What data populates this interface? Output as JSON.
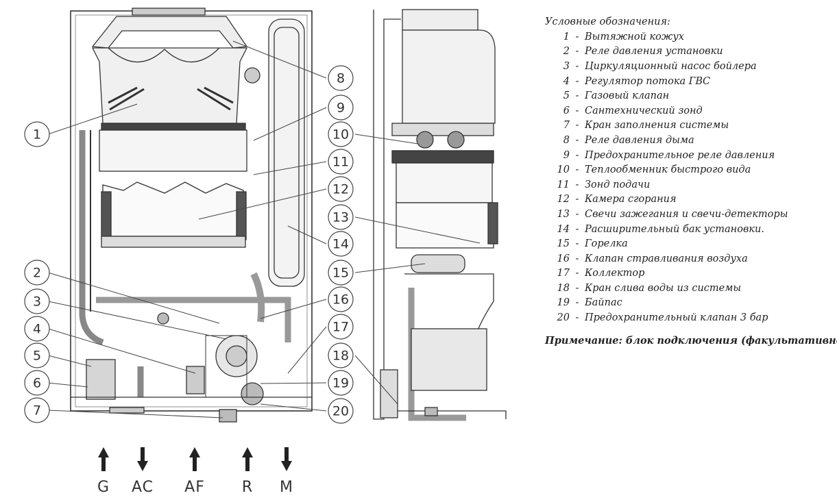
{
  "legend": {
    "title": "Условные обозначения:",
    "items": [
      {
        "num": "1",
        "label": "Вытяжной кожух"
      },
      {
        "num": "2",
        "label": "Реле давления установки"
      },
      {
        "num": "3",
        "label": "Циркуляционный насос бойлера"
      },
      {
        "num": "4",
        "label": "Регулятор потока ГВС"
      },
      {
        "num": "5",
        "label": "Газовый клапан"
      },
      {
        "num": "6",
        "label": "Сантехнический зонд"
      },
      {
        "num": "7",
        "label": "Кран заполнения системы"
      },
      {
        "num": "8",
        "label": "Реле давления дыма"
      },
      {
        "num": "9",
        "label": "Предохранительное реле давления"
      },
      {
        "num": "10",
        "label": "Теплообменник быстрого вида"
      },
      {
        "num": "11",
        "label": "Зонд подачи"
      },
      {
        "num": "12",
        "label": "Камера сгорания"
      },
      {
        "num": "13",
        "label": "Свечи зажегания и свечи-детекторы"
      },
      {
        "num": "14",
        "label": "Расширительный бак установки."
      },
      {
        "num": "15",
        "label": "Горелка"
      },
      {
        "num": "16",
        "label": "Клапан стравливания воздуха"
      },
      {
        "num": "17",
        "label": "Коллектор"
      },
      {
        "num": "18",
        "label": "Кран слива воды из системы"
      },
      {
        "num": "19",
        "label": "Байпас"
      },
      {
        "num": "20",
        "label": "Предохранительный клапан 3 бар"
      }
    ],
    "note": "Примечание: блок подключения (факультативно)"
  },
  "callouts": {
    "left": [
      "1",
      "2",
      "3",
      "4",
      "5",
      "6",
      "7"
    ],
    "middle": [
      "8",
      "9",
      "10",
      "11",
      "12",
      "13",
      "14",
      "15",
      "16",
      "17",
      "18",
      "19",
      "20"
    ]
  },
  "connections": [
    {
      "label": "G",
      "direction": "up"
    },
    {
      "label": "AC",
      "direction": "down"
    },
    {
      "label": "AF",
      "direction": "up"
    },
    {
      "label": "R",
      "direction": "up"
    },
    {
      "label": "M",
      "direction": "down"
    }
  ]
}
